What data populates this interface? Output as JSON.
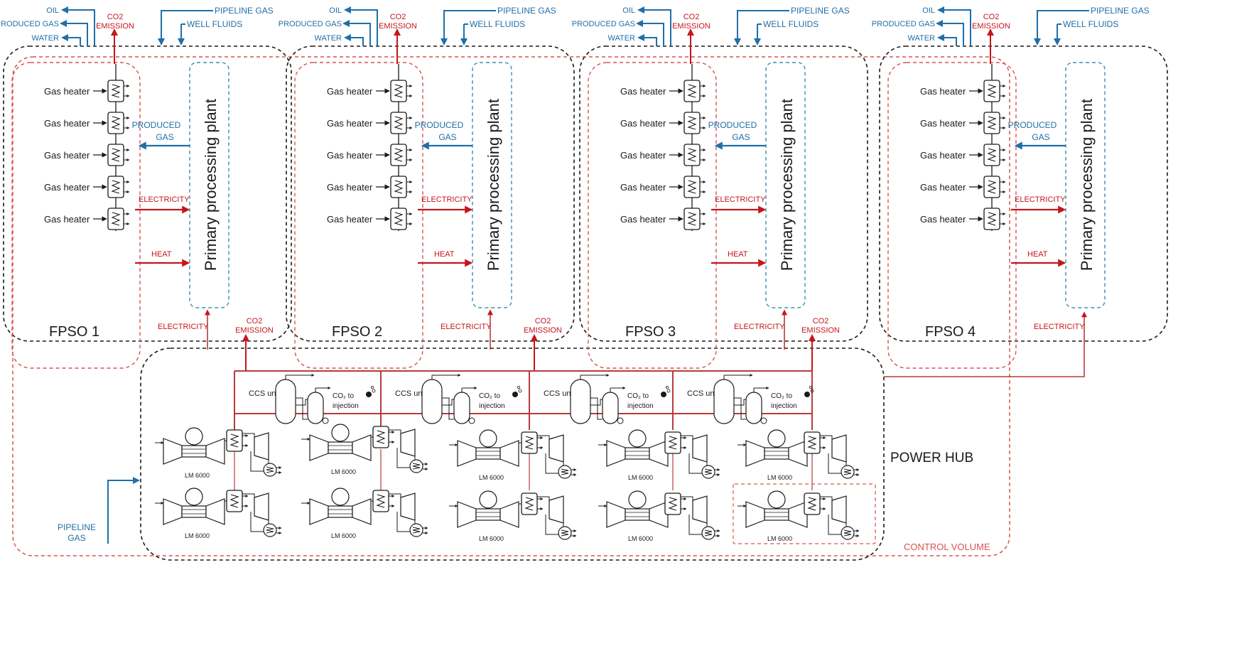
{
  "colors": {
    "black": "#1a1a1a",
    "red": "#c4161c",
    "red_line": "#b93a3a",
    "blue": "#1f6fa8",
    "control_volume": "#d9534f",
    "plant_box": "#3a8fb0"
  },
  "fpsos": [
    {
      "name": "FPSO 1",
      "outputs": [
        "OIL",
        "PRODUCED GAS",
        "WATER"
      ],
      "co2": "CO2 EMISSION",
      "inputs": [
        "PIPELINE GAS",
        "WELL FLUIDS"
      ],
      "heaters": [
        "Gas heater",
        "Gas heater",
        "Gas heater",
        "Gas heater",
        "Gas heater"
      ],
      "plant": "Primary processing plant",
      "produced_gas": "PRODUCED GAS",
      "electricity": "ELECTRICITY",
      "heat": "HEAT",
      "electricity_in": "ELECTRICITY"
    },
    {
      "name": "FPSO 2",
      "outputs": [
        "OIL",
        "PRODUCED GAS",
        "WATER"
      ],
      "co2": "CO2 EMISSION",
      "inputs": [
        "PIPELINE GAS",
        "WELL FLUIDS"
      ],
      "heaters": [
        "Gas heater",
        "Gas heater",
        "Gas heater",
        "Gas heater",
        "Gas heater"
      ],
      "plant": "Primary processing plant",
      "produced_gas": "PRODUCED GAS",
      "electricity": "ELECTRICITY",
      "heat": "HEAT",
      "electricity_in": "ELECTRICITY"
    },
    {
      "name": "FPSO 3",
      "outputs": [
        "OIL",
        "PRODUCED GAS",
        "WATER"
      ],
      "co2": "CO2 EMISSION",
      "inputs": [
        "PIPELINE GAS",
        "WELL FLUIDS"
      ],
      "heaters": [
        "Gas heater",
        "Gas heater",
        "Gas heater",
        "Gas heater",
        "Gas heater"
      ],
      "plant": "Primary processing plant",
      "produced_gas": "PRODUCED GAS",
      "electricity": "ELECTRICITY",
      "heat": "HEAT",
      "electricity_in": "ELECTRICITY"
    },
    {
      "name": "FPSO 4",
      "outputs": [
        "OIL",
        "PRODUCED GAS",
        "WATER"
      ],
      "co2": "CO2 EMISSION",
      "inputs": [
        "PIPELINE GAS",
        "WELL FLUIDS"
      ],
      "heaters": [
        "Gas heater",
        "Gas heater",
        "Gas heater",
        "Gas heater",
        "Gas heater"
      ],
      "plant": "Primary processing plant",
      "produced_gas": "PRODUCED GAS",
      "electricity": "ELECTRICITY",
      "heat": "HEAT",
      "electricity_in": "ELECTRICITY"
    }
  ],
  "hub": {
    "name": "POWER HUB",
    "co2_labels": [
      "CO2 EMISSION",
      "CO2 EMISSION",
      "CO2 EMISSION"
    ],
    "ccs_unit": "CCS unit",
    "co2_to": "CO₂ to",
    "injection": "injection",
    "turbine": "LM 6000",
    "pipeline_gas": "PIPELINE GAS",
    "control_volume": "CONTROL VOLUME"
  }
}
